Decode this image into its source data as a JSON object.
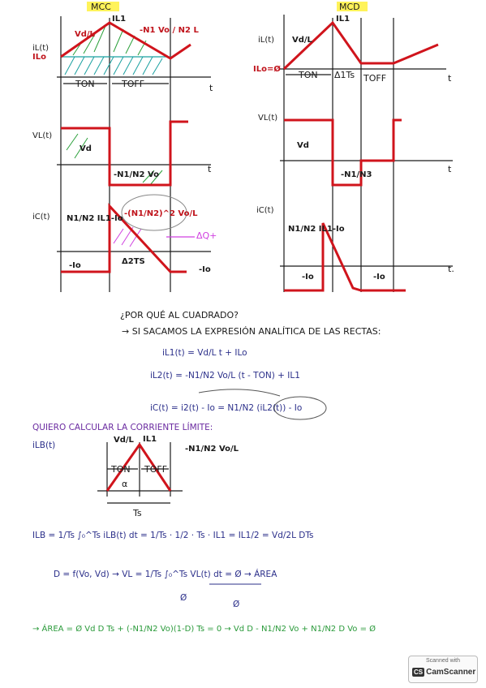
{
  "left_title": "MCC",
  "right_title": "MCD",
  "left": {
    "il_axis": "iL(t)",
    "il_slope_up": "Vd/L",
    "il_peak": "IL1",
    "il_slope_down": "-N1 Vo / N2 L",
    "il_valley": "ILo",
    "ton": "TON",
    "toff": "TOFF",
    "t": "t",
    "vl_axis": "VL(t)",
    "vl_pos": "Vd",
    "vl_neg": "-N1/N2 Vo",
    "ic_axis": "iC(t)",
    "ic_peak": "N1/N2 IL1-Io",
    "ic_slope": "-(N1/N2)^2 Vo/L",
    "ic_neg": "-Io",
    "ic_neg2": "-Io",
    "delta_ts": "Δ2TS",
    "delta_q": "ΔQ+"
  },
  "right": {
    "il_axis": "iL(t)",
    "il_slope_up": "Vd/L",
    "il_peak": "IL1",
    "il_zero": "ILo=Ø",
    "ton": "TON",
    "dts": "Δ1Ts",
    "toff": "TOFF",
    "t": "t",
    "vl_axis": "VL(t)",
    "vl_pos": "Vd",
    "vl_neg": "-N1/N3",
    "ic_axis": "iC(t)",
    "ic_peak": "N1/N2 IL1-Io",
    "ic_neg": "-Io",
    "ic_neg2": "-Io",
    "t2": "t."
  },
  "notes": {
    "q1": "¿POR QUÉ AL CUADRADO?",
    "q2": "→ SI SACAMOS LA EXPRESIÓN ANALÍTICA DE LAS RECTAS:",
    "e1": "iL1(t) = Vd/L t + ILo",
    "e2": "iL2(t) = -N1/N2 Vo/L (t - TON) + IL1",
    "e3": "iC(t) = i2(t) - Io = N1/N2 (iL2(t)) - Io",
    "q3": "QUIERO CALCULAR LA CORRIENTE LÍMITE:",
    "ilb": "iLB(t)",
    "ilb_up": "Vd/L",
    "ilb_peak": "IL1",
    "ilb_down": "-N1/N2 Vo/L",
    "ilb_ton": "TON",
    "ilb_toff": "TOFF",
    "ilb_alpha": "α",
    "ilb_ts": "Ts",
    "e4": "ILB = 1/Ts ∫₀^Ts iLB(t) dt = 1/Ts · 1/2 · Ts · IL1 = IL1/2 = Vd/2L DTs",
    "e5": "D = f(Vo, Vd) → VL = 1/Ts ∫₀^Ts VL(t) dt = Ø → ÁREA",
    "e5_zero1": "Ø",
    "e5_zero2": "Ø",
    "e6": "→ ÁREA = Ø   Vd D Ts + (-N1/N2 Vo)(1-D) Ts = 0 → Vd D - N1/N2 Vo + N1/N2 D Vo = Ø"
  },
  "badge": {
    "line1": "Scanned with",
    "line2": "CamScanner"
  }
}
